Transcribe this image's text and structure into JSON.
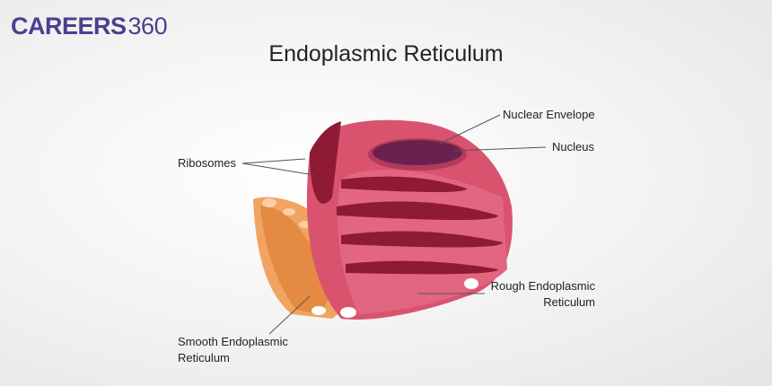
{
  "logo": {
    "brand": "CAREERS",
    "number": "360",
    "color": "#4b3f8e"
  },
  "title": "Endoplasmic Reticulum",
  "labels": {
    "nuclear_envelope": "Nuclear Envelope",
    "nucleus": "Nucleus",
    "ribosomes": "Ribosomes",
    "rough_er_line1": "Rough Endoplasmic",
    "rough_er_line2": "Reticulum",
    "smooth_er_line1": "Smooth Endoplasmic",
    "smooth_er_line2": "Reticulum"
  },
  "colors": {
    "rough_er": "#d9536f",
    "rough_er_dark": "#8e1a34",
    "nucleus": "#6b2150",
    "smooth_er": "#f1a45f"
  }
}
